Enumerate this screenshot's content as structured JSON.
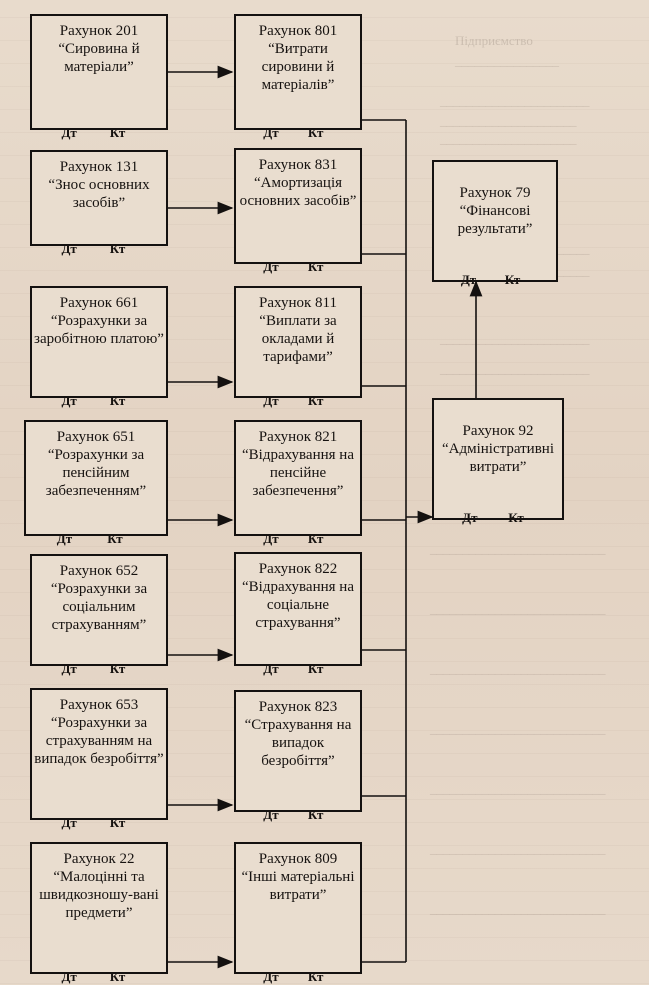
{
  "diagram": {
    "left_boxes": [
      {
        "title": "Рахунок 201",
        "subtitle": "“Сировина й матеріали”",
        "dt": "Дт",
        "kt": "Кт"
      },
      {
        "title": "Рахунок 131",
        "subtitle": "“Знос основних засобів”",
        "dt": "Дт",
        "kt": "Кт"
      },
      {
        "title": "Рахунок 661",
        "subtitle": "“Розрахунки за заробітною платою”",
        "dt": "Дт",
        "kt": "Кт"
      },
      {
        "title": "Рахунок 651",
        "subtitle": "“Розрахунки за пенсійним забезпеченням”",
        "dt": "Дт",
        "kt": "Кт"
      },
      {
        "title": "Рахунок 652",
        "subtitle": "“Розрахунки за соціальним страхуванням”",
        "dt": "Дт",
        "kt": "Кт"
      },
      {
        "title": "Рахунок 653",
        "subtitle": "“Розрахунки за страхуванням на випадок безробіття”",
        "dt": "Дт",
        "kt": "Кт"
      },
      {
        "title": "Рахунок 22",
        "subtitle": "“Малоцінні та швидкозношу-вані предмети”",
        "dt": "Дт",
        "kt": "Кт"
      }
    ],
    "mid_boxes": [
      {
        "title": "Рахунок 801",
        "subtitle": "“Витрати сировини й матеріалів”",
        "dt": "Дт",
        "kt": "Кт"
      },
      {
        "title": "Рахунок 831",
        "subtitle": "“Амортизація основних засобів”",
        "dt": "Дт",
        "kt": "Кт"
      },
      {
        "title": "Рахунок 811",
        "subtitle": "“Виплати за окладами й тарифами”",
        "dt": "Дт",
        "kt": "Кт"
      },
      {
        "title": "Рахунок 821",
        "subtitle": "“Відрахування на пенсійне забезпечення”",
        "dt": "Дт",
        "kt": "Кт"
      },
      {
        "title": "Рахунок 822",
        "subtitle": "“Відрахування на соціальне страхування”",
        "dt": "Дт",
        "kt": "Кт"
      },
      {
        "title": "Рахунок 823",
        "subtitle": "“Страхування на випадок безробіття”",
        "dt": "Дт",
        "kt": "Кт"
      },
      {
        "title": "Рахунок 809",
        "subtitle": "“Інші матеріальні витрати”",
        "dt": "Дт",
        "kt": "Кт"
      }
    ],
    "result_box": {
      "title": "Рахунок 79",
      "subtitle": "“Фінансові результати”",
      "dt": "Дт",
      "kt": "Кт"
    },
    "admin_box": {
      "title": "Рахунок 92",
      "subtitle": "“Адміністративні витрати”",
      "dt": "Дт",
      "kt": "Кт"
    }
  }
}
